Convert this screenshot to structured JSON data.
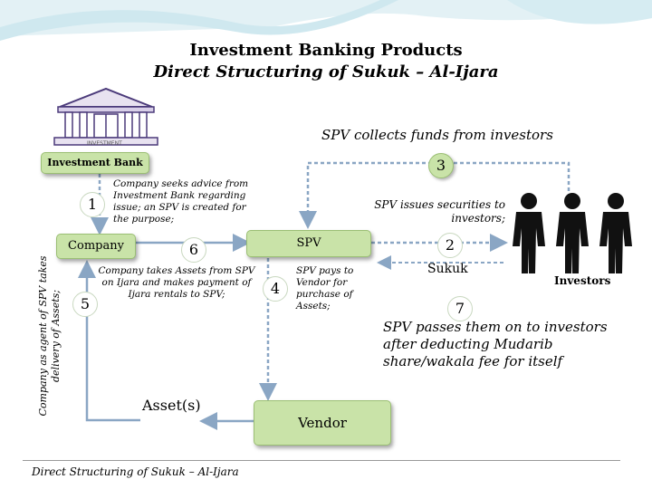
{
  "title": "Investment Banking Products",
  "subtitle": "Direct Structuring of Sukuk – Al-Ijara",
  "bank_sign": "INVESTMENT",
  "collects_text": "SPV collects funds from investors",
  "nodes": {
    "investment_bank": "Investment Bank",
    "company": "Company",
    "spv": "SPV",
    "assets": "Asset(s)",
    "vendor": "Vendor",
    "investors": "Investors",
    "sukuk": "Sukuk"
  },
  "steps": [
    {
      "num": "1",
      "text": "Company seeks advice from Investment Bank regarding issue; an SPV is created for the purpose;"
    },
    {
      "num": "2",
      "text": ""
    },
    {
      "num": "3",
      "text": ""
    },
    {
      "num": "4",
      "text": "SPV pays to Vendor for purchase of Assets;"
    },
    {
      "num": "5",
      "text": ""
    },
    {
      "num": "6",
      "text": "Company takes Assets from SPV on Ijara and makes payment of Ijara rentals to SPV;"
    },
    {
      "num": "7",
      "text": "SPV passes them on to investors after deducting Mudarib share/wakala fee for itself"
    }
  ],
  "spv_issues_text": "SPV issues securities to investors;",
  "agent_text": "Company as agent of SPV takes delivery of Assets;",
  "footer": "Direct Structuring of Sukuk – Al-Ijara",
  "colors": {
    "box": "#c9e3a8",
    "arrow": "#8aa6c4",
    "swoosh": "#cfe8ef"
  }
}
